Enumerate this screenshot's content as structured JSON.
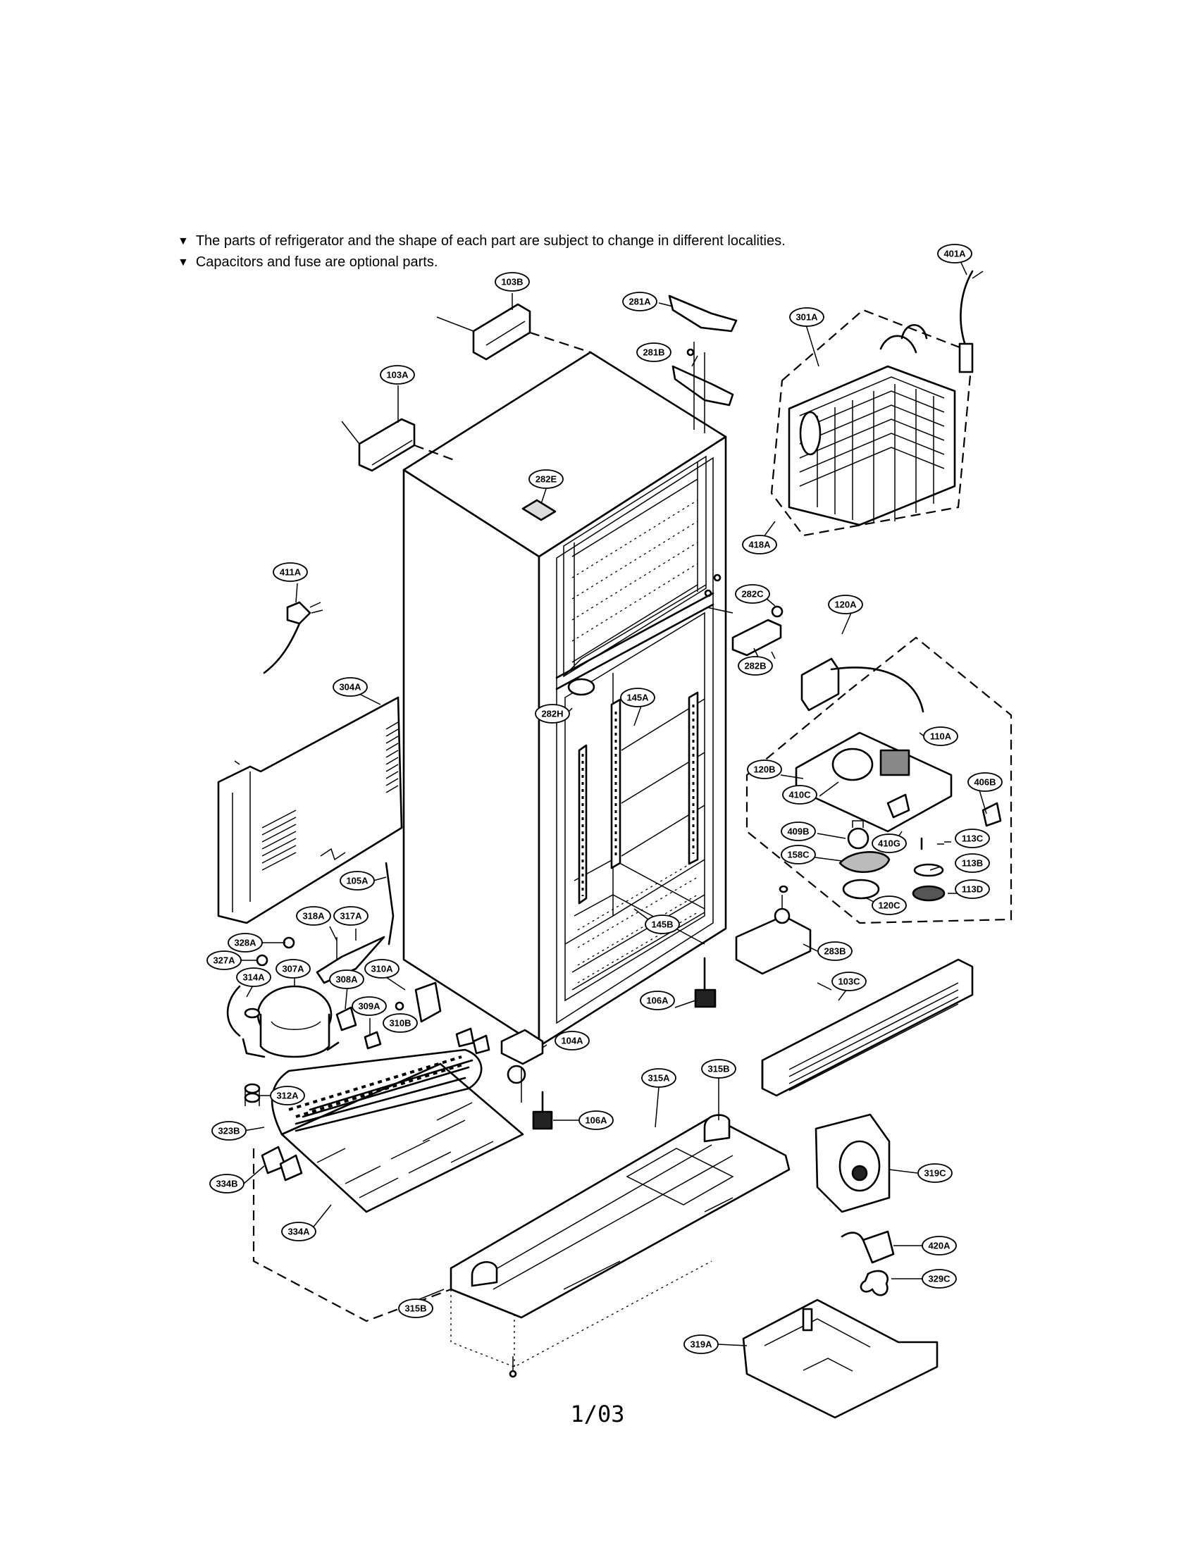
{
  "notes": [
    "The parts of refrigerator and the shape of each part are subject to change in different localities.",
    "Capacitors and fuse are optional parts."
  ],
  "page_number": "1/03",
  "part_labels": [
    "103B",
    "401A",
    "281A",
    "281B",
    "301A",
    "103A",
    "282E",
    "418A",
    "411A",
    "282C",
    "120A",
    "282B",
    "304A",
    "145A",
    "282H",
    "110A",
    "120B",
    "406B",
    "410C",
    "409B",
    "410G",
    "113C",
    "158C",
    "113B",
    "120C",
    "113D",
    "105A",
    "145B",
    "318A",
    "317A",
    "328A",
    "327A",
    "283B",
    "310A",
    "314A",
    "307A",
    "308A",
    "106A",
    "103C",
    "309A",
    "310B",
    "104A",
    "315A",
    "315B",
    "312A",
    "106A",
    "323B",
    "319C",
    "334B",
    "334A",
    "420A",
    "329C",
    "315B",
    "319A"
  ]
}
